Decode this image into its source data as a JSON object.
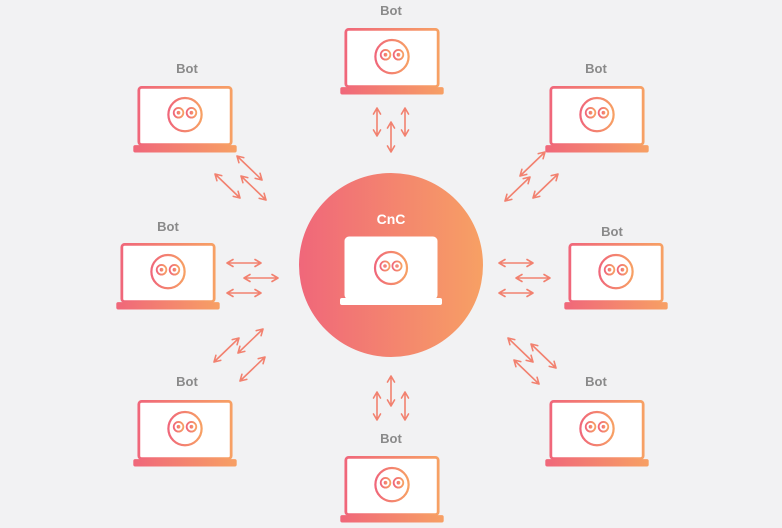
{
  "diagram": {
    "center": {
      "label": "CnC"
    },
    "bots": [
      {
        "id": "top",
        "label": "Bot"
      },
      {
        "id": "top-left",
        "label": "Bot"
      },
      {
        "id": "top-right",
        "label": "Bot"
      },
      {
        "id": "left",
        "label": "Bot"
      },
      {
        "id": "right",
        "label": "Bot"
      },
      {
        "id": "bottom-left",
        "label": "Bot"
      },
      {
        "id": "bottom-right",
        "label": "Bot"
      },
      {
        "id": "bottom",
        "label": "Bot"
      }
    ],
    "colors": {
      "gradient_start": "#f0677a",
      "gradient_end": "#f7a064",
      "label_gray": "#8a8a8a",
      "background": "#f2f2f3",
      "screen": "#ffffff"
    }
  }
}
